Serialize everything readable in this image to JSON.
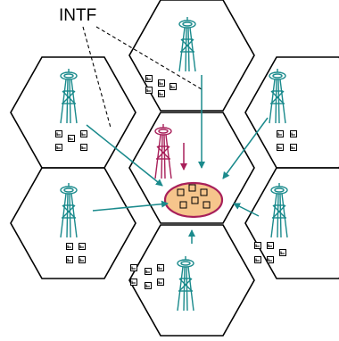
{
  "diagram": {
    "label": "INTF",
    "colors": {
      "outline": "#000000",
      "tower": "#1a8a8c",
      "center_tower": "#a8205a",
      "arrow": "#1a8a8c",
      "center_arrow": "#a8205a",
      "victim_fill": "#f6c58c",
      "victim_stroke": "#a8205a",
      "box_fill": "#f6c58c"
    },
    "cells": [
      {
        "id": "top",
        "icon": "cell-tower-icon"
      },
      {
        "id": "upper-left",
        "icon": "cell-tower-icon"
      },
      {
        "id": "upper-right",
        "icon": "cell-tower-icon"
      },
      {
        "id": "center",
        "icon": "cell-tower-icon"
      },
      {
        "id": "lower-left",
        "icon": "cell-tower-icon"
      },
      {
        "id": "lower-right",
        "icon": "cell-tower-icon"
      },
      {
        "id": "bottom",
        "icon": "cell-tower-icon"
      }
    ]
  }
}
